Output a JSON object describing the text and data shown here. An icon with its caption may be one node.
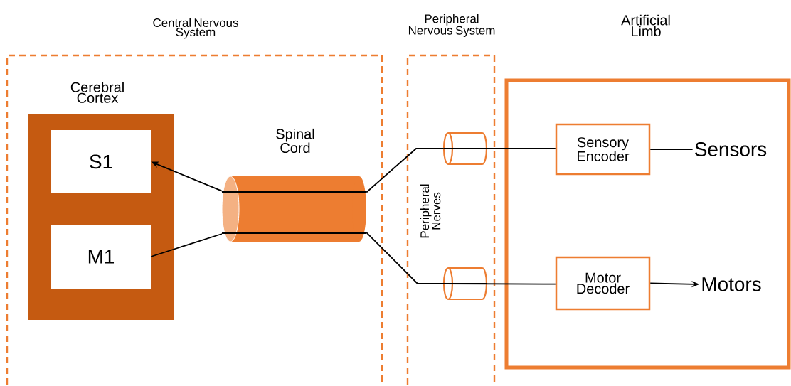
{
  "diagram": {
    "nodes": [
      {
        "text": [
          "Central Nervous System"
        ]
      },
      {
        "text": [
          "Cerebral Cortex"
        ],
        "in": 0
      },
      {
        "text": [
          "S1"
        ],
        "in": 1
      },
      {
        "text": [
          "M1"
        ],
        "in": 1
      },
      {
        "text": [
          "Spinal Cord"
        ],
        "in": 0
      },
      {
        "text": [
          "Peripheral Nervous System",
          "Peripheral Nerves"
        ]
      },
      {
        "text": [],
        "shape": "cylinder",
        "in": 5
      },
      {
        "text": [],
        "shape": "cylinder",
        "in": 5
      },
      {
        "text": [
          "Artificial Limb"
        ]
      },
      {
        "text": [
          "Sensory Encoder"
        ],
        "in": 8
      },
      {
        "text": [
          "Motor Decoder"
        ],
        "in": 8
      },
      {
        "text": [
          "Sensors"
        ],
        "in": 8
      },
      {
        "text": [
          "Motors"
        ],
        "in": 8
      }
    ],
    "edges": [
      {
        "from": 11,
        "to": 9,
        "arrow": "none"
      },
      {
        "from": 9,
        "to": 6,
        "arrow": "none"
      },
      {
        "from": 6,
        "to": 4,
        "arrow": "none"
      },
      {
        "from": 4,
        "to": 2,
        "arrow": "to"
      },
      {
        "from": 3,
        "to": 4,
        "arrow": "none"
      },
      {
        "from": 4,
        "to": 7,
        "arrow": "none"
      },
      {
        "from": 7,
        "to": 10,
        "arrow": "none"
      },
      {
        "from": 10,
        "to": 12,
        "arrow": "to"
      }
    ]
  }
}
